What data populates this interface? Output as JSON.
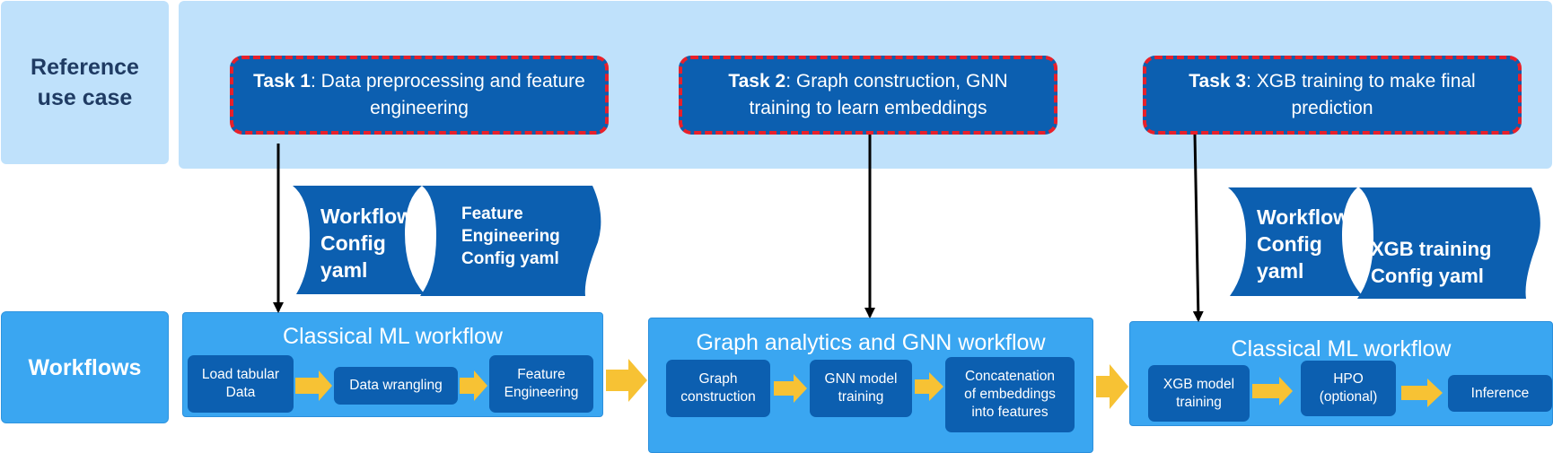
{
  "rows": {
    "reference": "Reference\nuse case",
    "workflows": "Workflows"
  },
  "tasks": [
    {
      "bold": "Task 1",
      "rest": ": Data preprocessing and feature engineering"
    },
    {
      "bold": "Task 2",
      "rest": ": Graph construction, GNN training to learn embeddings"
    },
    {
      "bold": "Task 3",
      "rest": ": XGB training to make final prediction"
    }
  ],
  "configs": [
    {
      "label": "Workflow\nConfig\nyaml"
    },
    {
      "label": "Feature\nEngineering\nConfig yaml"
    },
    {
      "label": "Workflow\nConfig\nyaml"
    },
    {
      "label": "XGB training\nConfig yaml"
    }
  ],
  "workflows": [
    {
      "title": "Classical ML workflow",
      "steps": [
        "Load tabular\nData",
        "Data wrangling",
        "Feature\nEngineering"
      ]
    },
    {
      "title": "Graph analytics and GNN workflow",
      "steps": [
        "Graph\nconstruction",
        "GNN model\ntraining",
        "Concatenation\nof embeddings\ninto features"
      ]
    },
    {
      "title": "Classical ML workflow",
      "steps": [
        "XGB model\ntraining",
        "HPO\n(optional)",
        "Inference"
      ]
    }
  ],
  "colors": {
    "light_band": "#bfe1fb",
    "workflow_box": "#3aa6f1",
    "dark_box": "#0c5fb0",
    "dash_border": "#e8202a",
    "flow_arrow": "#f7c234",
    "connector": "#000000"
  }
}
